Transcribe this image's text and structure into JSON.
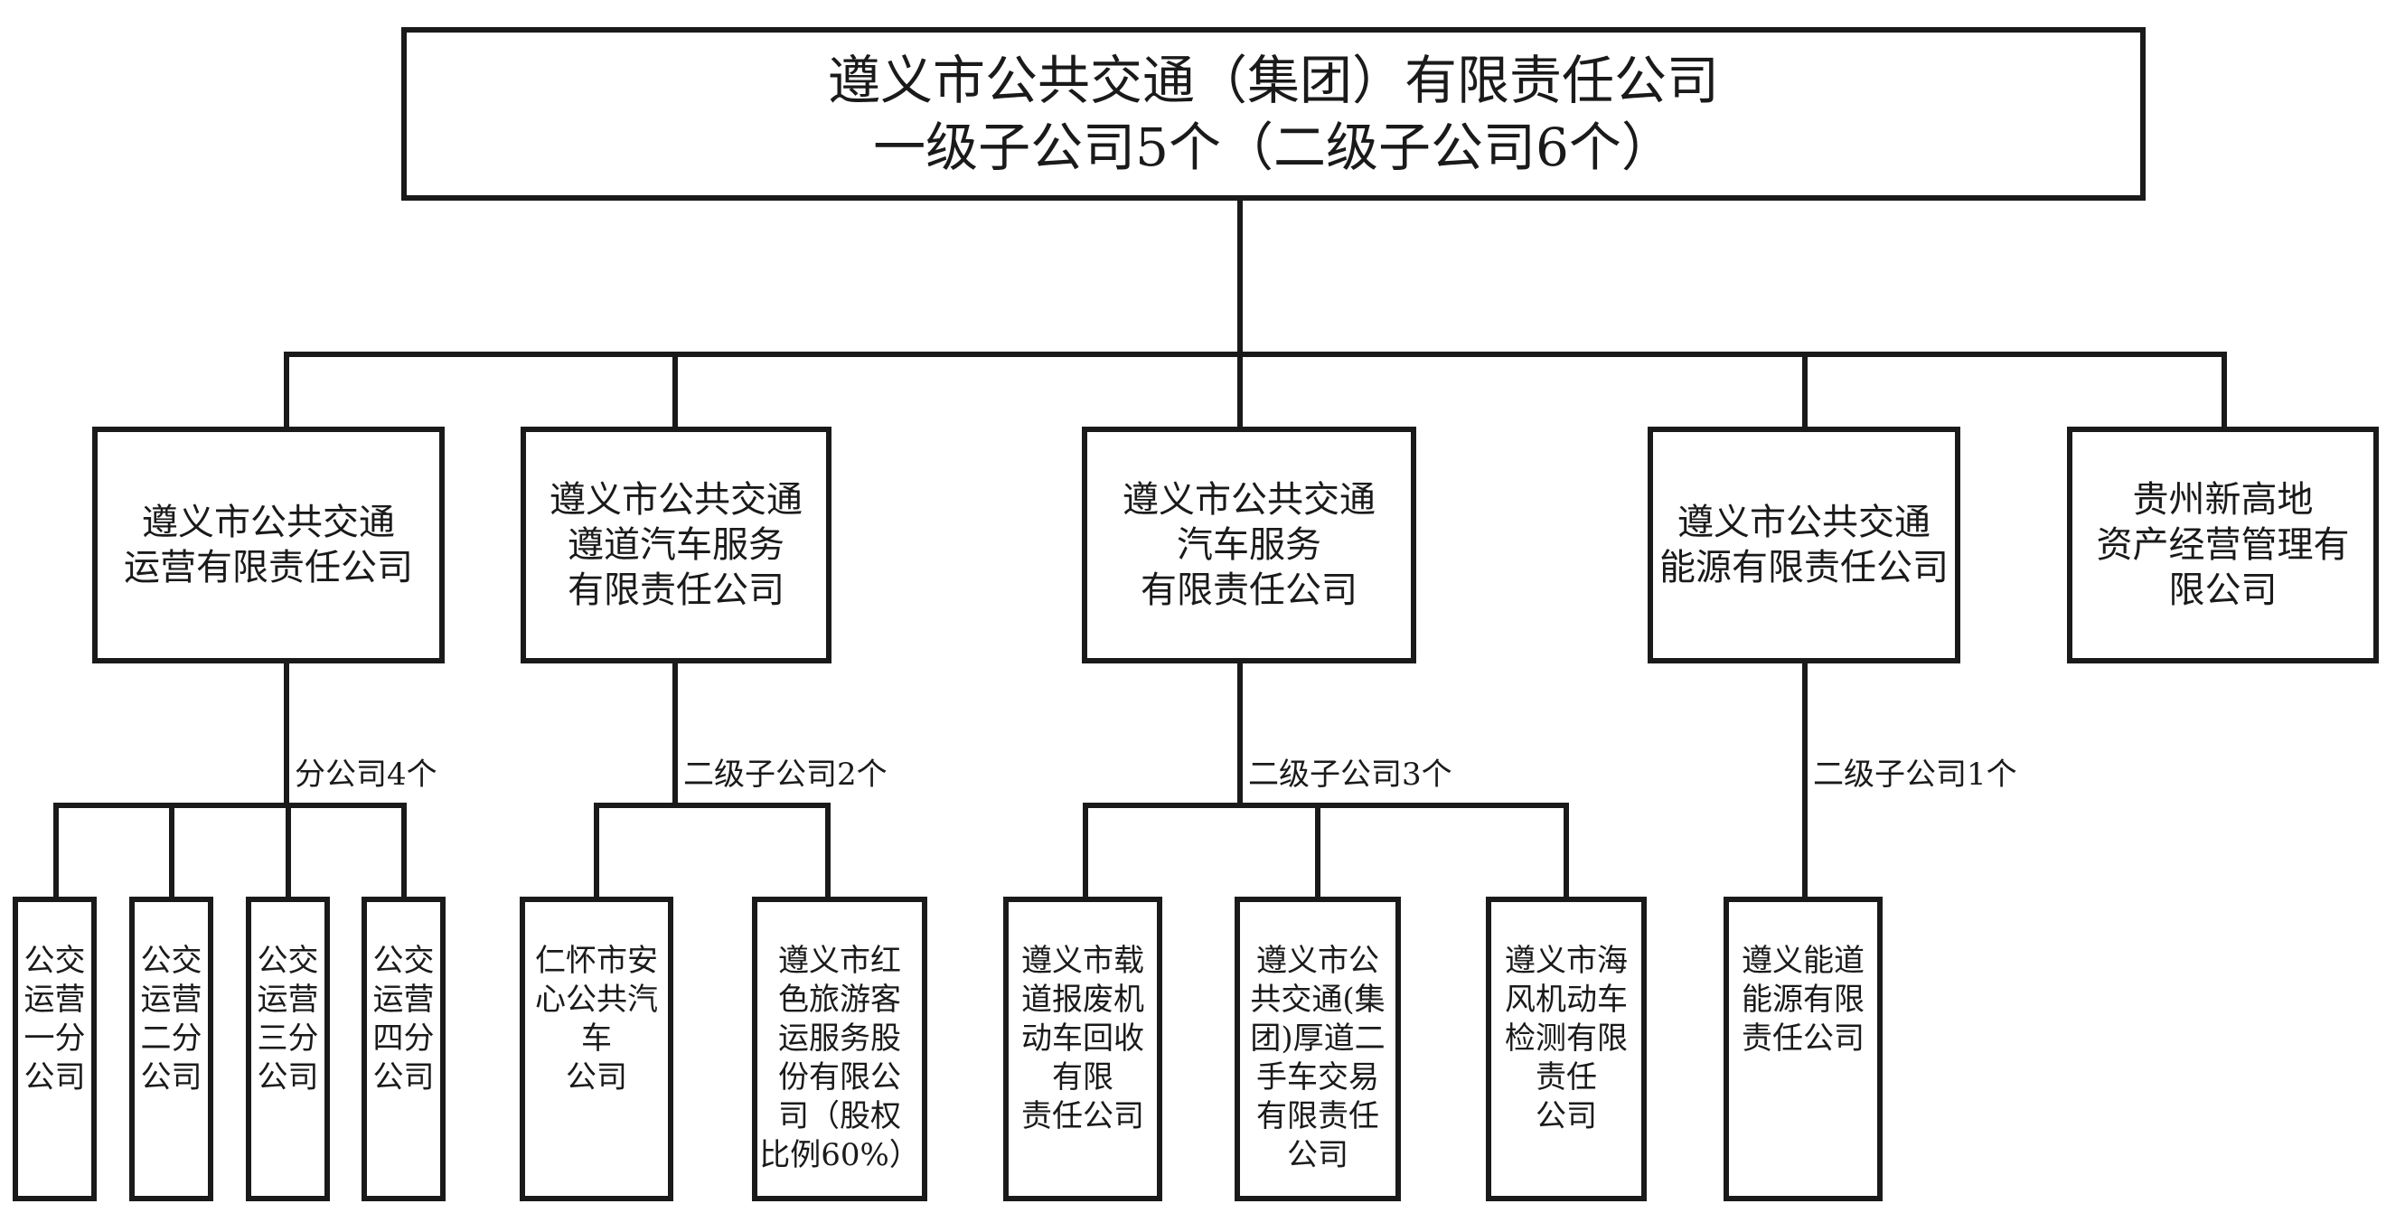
{
  "root": {
    "title": "遵义市公共交通（集团）有限责任公司",
    "subtitle": "一级子公司5个（二级子公司6个）"
  },
  "level1": [
    {
      "name": "遵义市公共交通\n运营有限责任公司"
    },
    {
      "name": "遵义市公共交通\n遵道汽车服务\n有限责任公司"
    },
    {
      "name": "遵义市公共交通\n汽车服务\n有限责任公司"
    },
    {
      "name": "遵义市公共交通\n能源有限责任公司"
    },
    {
      "name": "贵州新高地\n资产经营管理有\n限公司"
    }
  ],
  "branch_labels": [
    "分公司4个",
    "二级子公司2个",
    "二级子公司3个",
    "二级子公司1个"
  ],
  "level2": [
    {
      "name": "公交\n运营\n一分\n公司",
      "parent": 0
    },
    {
      "name": "公交\n运营\n二分\n公司",
      "parent": 0
    },
    {
      "name": "公交\n运营\n三分\n公司",
      "parent": 0
    },
    {
      "name": "公交\n运营\n四分\n公司",
      "parent": 0
    },
    {
      "name": "仁怀市安\n心公共汽\n车\n公司",
      "parent": 1
    },
    {
      "name": "遵义市红\n色旅游客\n运服务股\n份有限公\n司（股权\n比例60%）",
      "parent": 1
    },
    {
      "name": "遵义市载\n道报废机\n动车回收\n有限\n责任公司",
      "parent": 2
    },
    {
      "name": "遵义市公\n共交通(集\n团)厚道二\n手车交易\n有限责任\n公司",
      "parent": 2
    },
    {
      "name": "遵义市海\n风机动车\n检测有限\n责任\n公司",
      "parent": 2
    },
    {
      "name": "遵义能道\n能源有限\n责任公司",
      "parent": 3
    }
  ]
}
